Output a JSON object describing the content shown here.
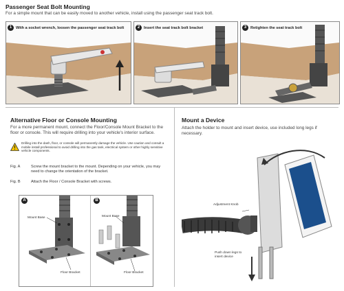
{
  "top": {
    "title": "Passenger Seat Bolt Mounting",
    "subtitle": "For a simple mount that can be easily moved to another vehicle, install using the passenger seat track bolt.",
    "steps": [
      {
        "num": "1",
        "label": "With a socket wrench, loosen the passenger seat track bolt"
      },
      {
        "num": "2",
        "label": "Insert the seat track bolt bracket"
      },
      {
        "num": "3",
        "label": "Retighten the seat track bolt"
      }
    ]
  },
  "left": {
    "title": "Alternative Floor or Console Mounting",
    "intro": "For a more permanent mount, connect the Floor/Console Mount Bracket to the floor or console. This will require drilling into your vehicle's interior surface.",
    "warning": "Drilling into the dash, floor, or console will permanently damage the vehicle. Use caution and consult a mobile install professional to avoid drilling into the gas tank, electrical system or other highly sensitive vehicle components.",
    "figs": [
      {
        "tag": "Fig. A",
        "text": "Screw the mount bracket to the mount. Depending on your vehicle, you may need to change the orientation of the bracket."
      },
      {
        "tag": "Fig. B",
        "text": "Attach the Floor / Console Bracket with screws."
      }
    ],
    "panelA": {
      "badge": "A",
      "mount_base": "Mount Base",
      "floor_bracket": "Floor Bracket"
    },
    "panelB": {
      "badge": "B",
      "mount_base": "Mount Base",
      "floor_bracket": "Floor Bracket"
    }
  },
  "right": {
    "title": "Mount a Device",
    "intro": "Attach the holder to mount and insert device, use included long legs if necessary.",
    "adjustment_knob": "Adjustment Knob",
    "push_legs": "Push down legs to insert device"
  }
}
